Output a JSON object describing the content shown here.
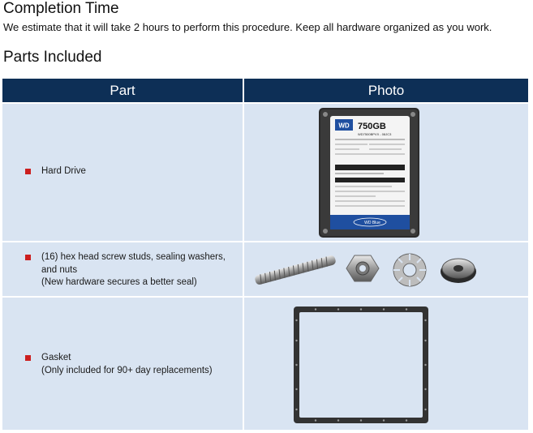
{
  "completion": {
    "title": "Completion Time",
    "text": "We estimate that it will take 2 hours to perform this procedure. Keep all hardware organized as you work."
  },
  "parts": {
    "title": "Parts Included",
    "headers": {
      "part": "Part",
      "photo": "Photo"
    },
    "rows": [
      {
        "name": "Hard Drive",
        "note": ""
      },
      {
        "name": "(16) hex head screw studs, sealing washers,",
        "name2": "and nuts",
        "note": "(New hardware secures a better seal)"
      },
      {
        "name": "Gasket",
        "note": "(Only included for 90+ day replacements)"
      }
    ]
  },
  "drive_label": {
    "brand": "WD",
    "capacity": "750GB",
    "model": "WD7500BPVX - 08JC3",
    "series": "WD Blue"
  },
  "colors": {
    "header_bg": "#0d2f56",
    "cell_bg": "#d9e4f2",
    "bullet": "#cc1f1f"
  }
}
